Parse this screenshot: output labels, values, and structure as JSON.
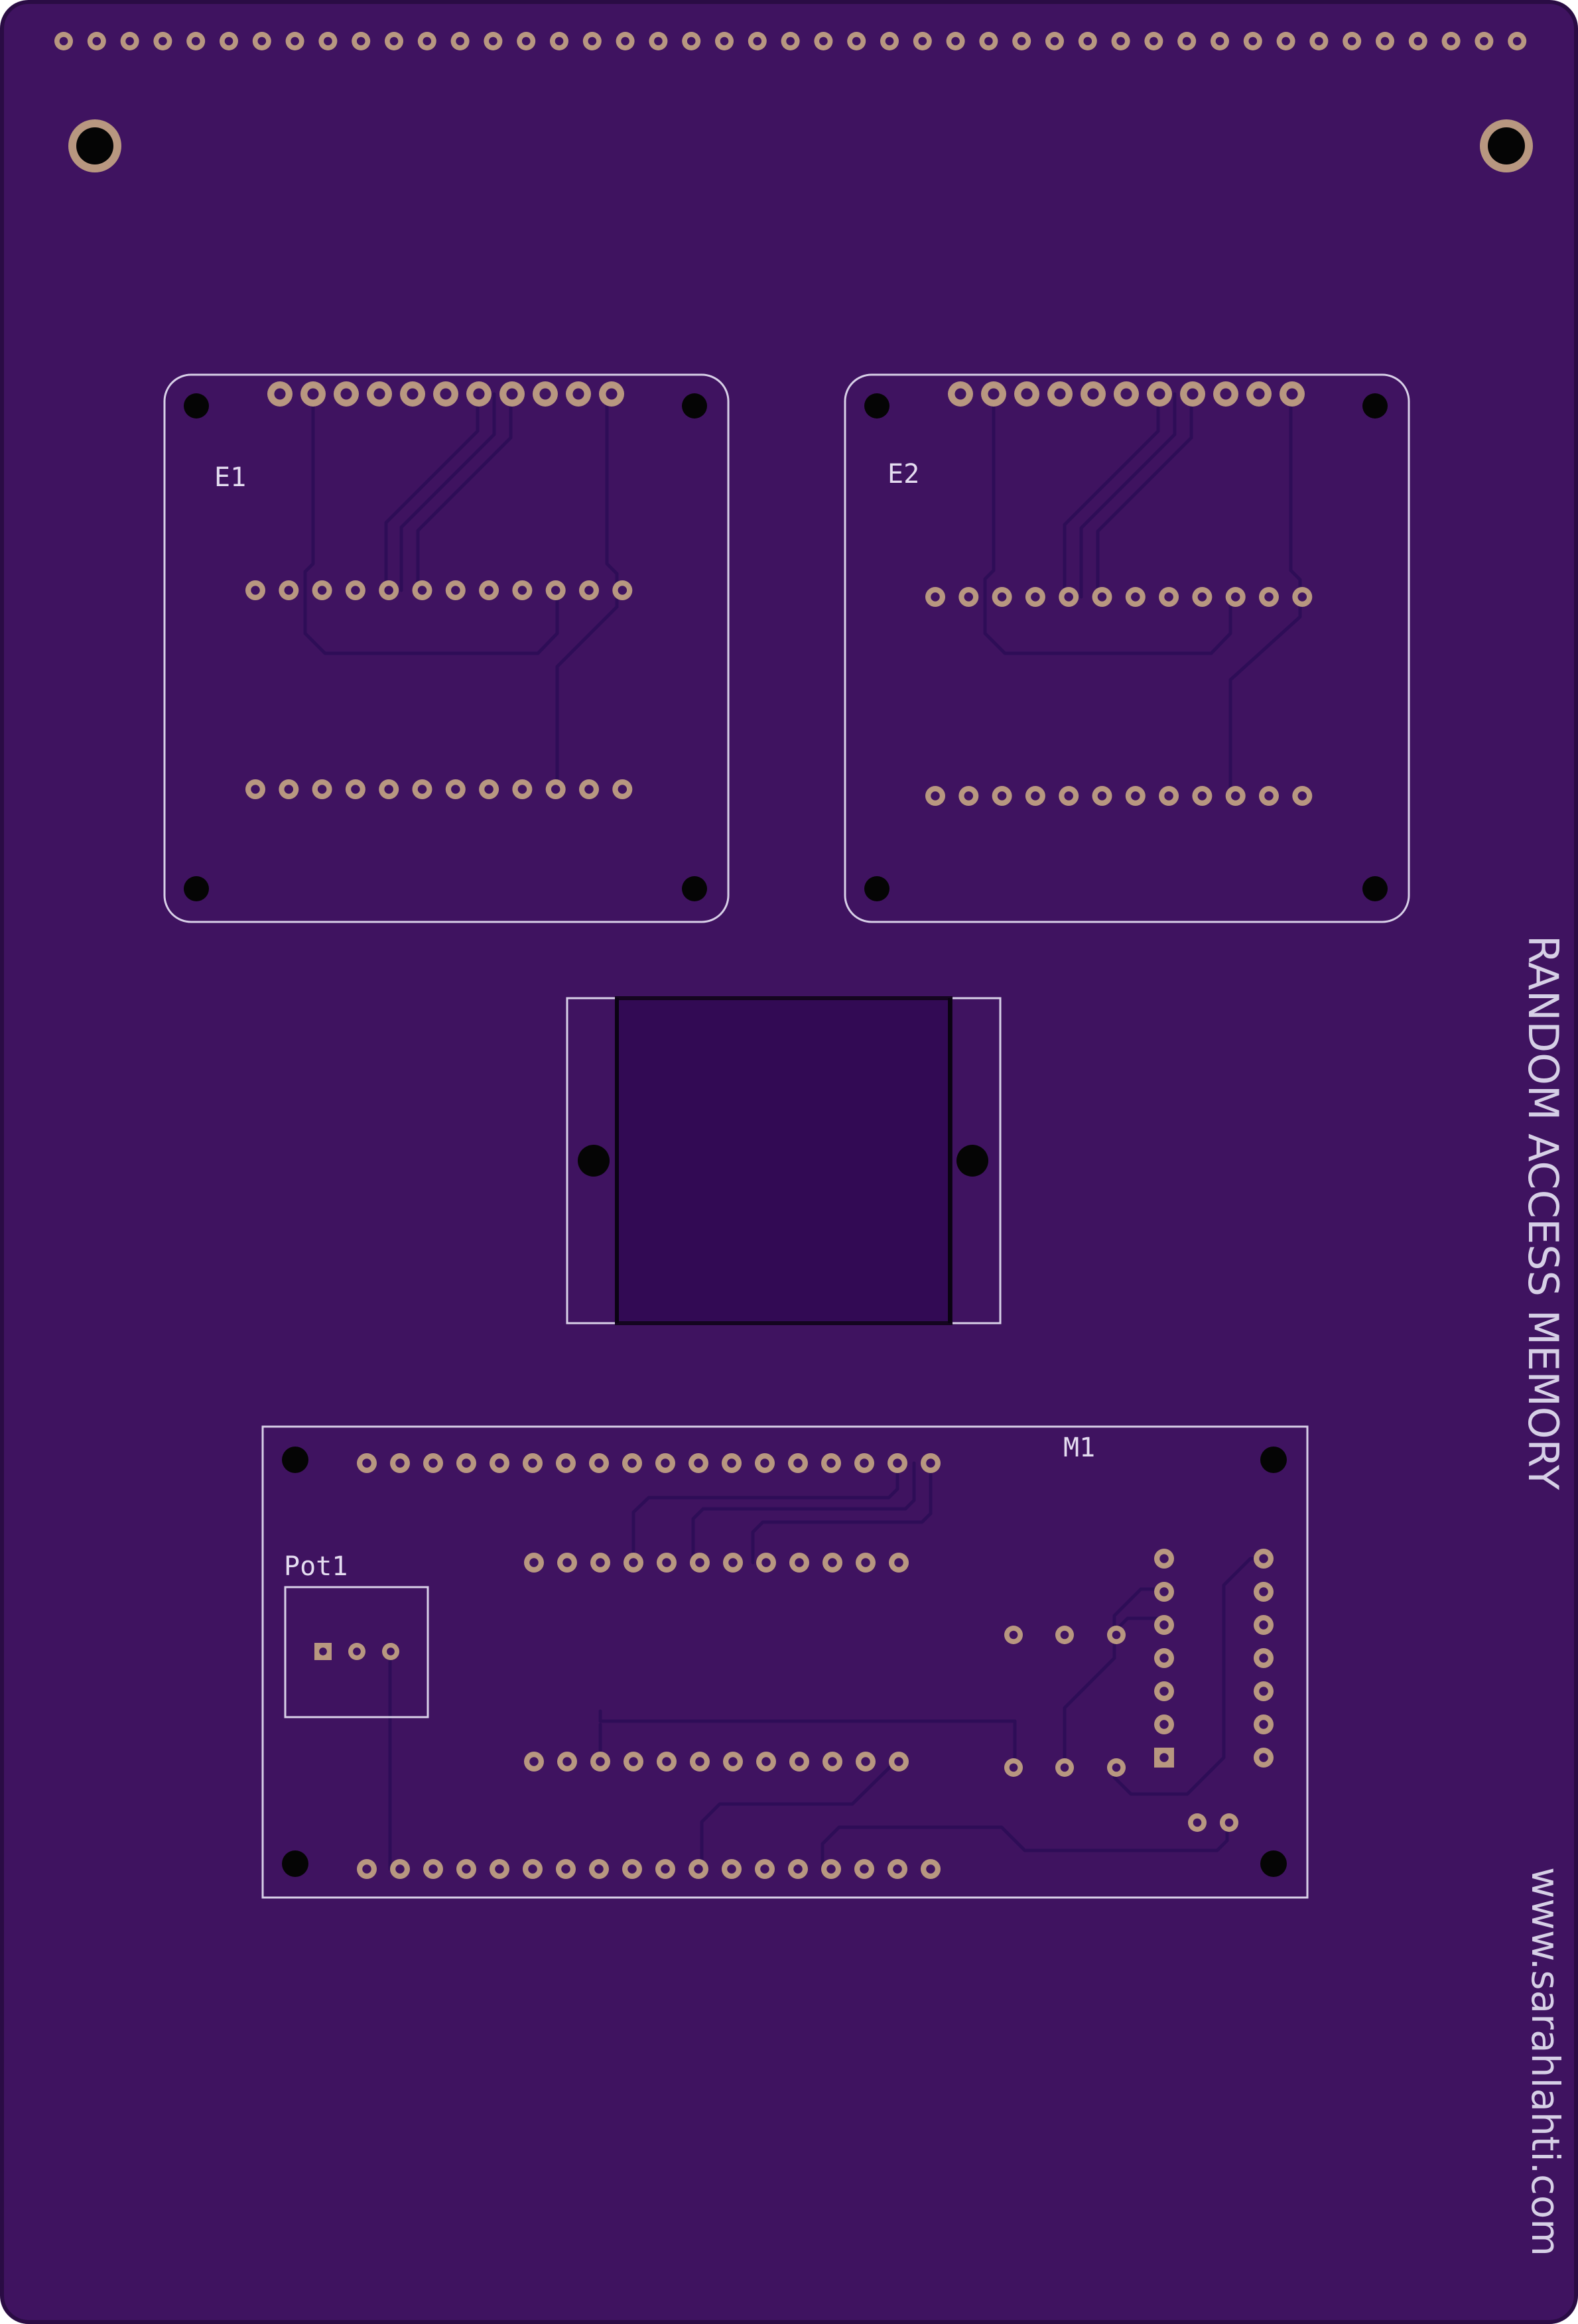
{
  "board": {
    "side_label": "RANDOM ACCESS MEMORY",
    "url_label": "www.sarahlahti.com",
    "colors": {
      "substrate": "#3f1360",
      "edge": "#2a0c44",
      "silkscreen": "#d8d0e8",
      "pad": "#b89780",
      "hole": "#050505",
      "chip_body": "#320a54"
    }
  },
  "components": {
    "e1": {
      "ref": "E1"
    },
    "e2": {
      "ref": "E2"
    },
    "m1": {
      "ref": "M1"
    },
    "pot1": {
      "ref": "Pot1"
    }
  }
}
